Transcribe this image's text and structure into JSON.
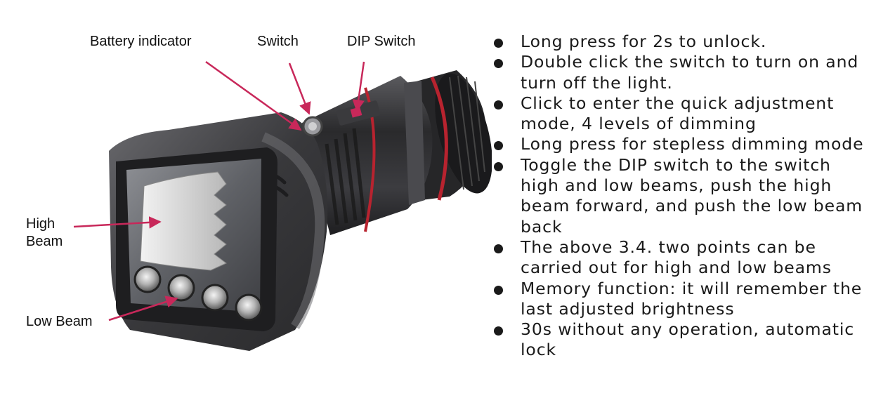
{
  "labels": {
    "battery_indicator": "Battery indicator",
    "switch": "Switch",
    "dip_switch": "DIP Switch",
    "high_beam_line1": "High",
    "high_beam_line2": "Beam",
    "low_beam": "Low Beam"
  },
  "features": [
    "Long press for 2s to unlock.",
    "Double click the switch to turn on and turn off the light.",
    "Click to enter the quick adjustment mode, 4 levels of dimming",
    "Long press for stepless dimming mode",
    "Toggle the DIP switch to the switch high and low beams, push the high beam forward, and push the low beam back",
    "The above 3.4. two points can be carried out for high and low beams",
    "Memory function:  it will remember the last adjusted brightness",
    "30s without any operation, automatic lock"
  ],
  "colors": {
    "arrow": "#c8285a",
    "body_dark": "#2b2b2d",
    "red_ring": "#b8232f"
  }
}
